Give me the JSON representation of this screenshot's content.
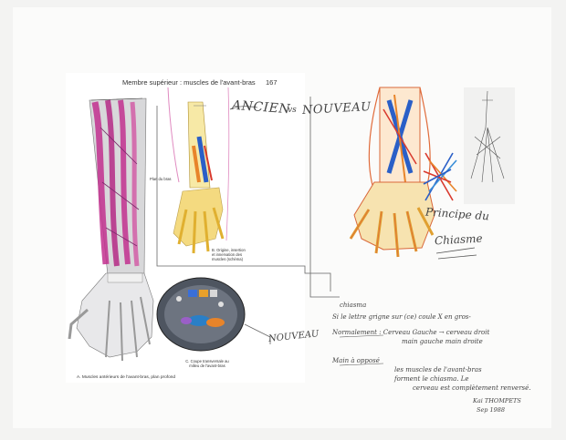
{
  "book_page": {
    "header": "Membre supérieur : muscles de l'avant-bras",
    "page_number": "167",
    "fig_a_caption": "A. Muscles antérieurs de l'avant-bras, plan profond",
    "fig_b_caption": "B. Origine, insertion et innervation des muscles (schéma)",
    "fig_c_caption": "C. Coupe transversale au milieu de l'avant-bras",
    "plan_label": "Plan du bras"
  },
  "annotations": {
    "ancien": "ANCIEN",
    "vs": "vs",
    "nouveau": "NOUVEAU",
    "nouveau_arrow": "NOUVEAU",
    "principe_line1": "Principe du",
    "principe_line2": "Chiasme"
  },
  "notes": {
    "heading": "chiasma",
    "line1": "Si le lettre grigne sur (ce) coule X en gros-",
    "line2": "Normalement : Cerveau Gauche → cerveau droit",
    "line3": "main gauche     main droite",
    "line4": "Main à opposé",
    "line5": "les muscles de l'avant-bras",
    "line6": "forment le chiasma. Le",
    "line7": "cerveau est complètement renversé."
  },
  "signature": {
    "name": "Kai THOMPETS",
    "date": "Sep 1988"
  },
  "colors": {
    "paper": "#fbfbfa",
    "muscle_pink": "#c2308e",
    "bone_yellow": "#f0d46a",
    "tendon_blue": "#2a5fc7",
    "tendon_orange": "#e8842a",
    "tendon_red": "#d93a2e",
    "pencil": "#555555"
  }
}
